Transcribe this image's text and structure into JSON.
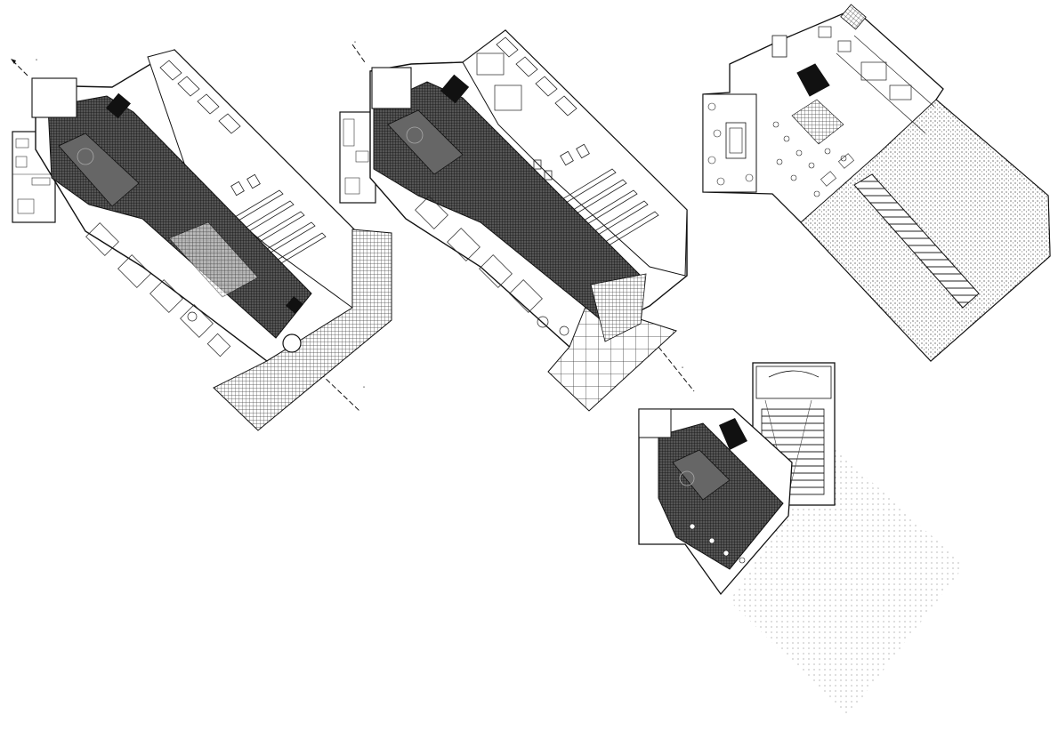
{
  "drawing": {
    "plans": [
      {
        "id": "plan-1",
        "kind": "ground-floor",
        "room_labels": []
      },
      {
        "id": "plan-2",
        "kind": "first-floor",
        "room_labels": []
      },
      {
        "id": "plan-3",
        "kind": "roof-terrace-floor",
        "room_labels": []
      },
      {
        "id": "plan-4",
        "kind": "auditorium-level",
        "room_labels": []
      }
    ],
    "colors": {
      "line": "#111111",
      "hatch_dark": "#333333",
      "hatch_mid": "#777777",
      "background": "#ffffff"
    }
  }
}
